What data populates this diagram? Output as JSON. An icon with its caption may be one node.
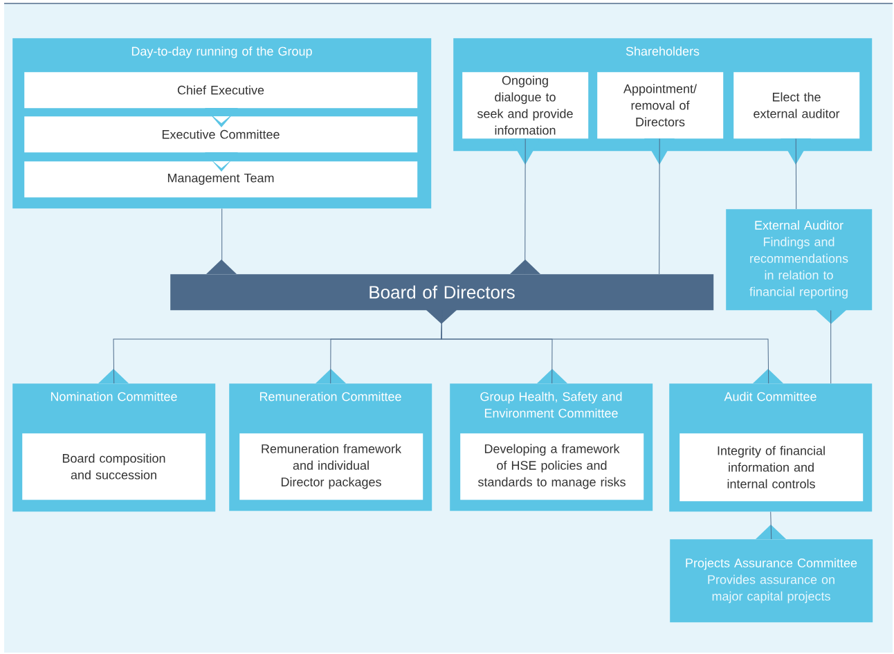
{
  "diagram": {
    "nodes": [
      {
        "text": [
          "Day-to-day running of the Group"
        ]
      },
      {
        "text": [
          "Chief Executive"
        ],
        "in": 0
      },
      {
        "text": [
          "Executive Committee"
        ],
        "in": 0
      },
      {
        "text": [
          "Management Team"
        ],
        "in": 0
      },
      {
        "text": [
          "Shareholders"
        ]
      },
      {
        "text": [
          "Ongoing dialogue to seek and provide information"
        ],
        "in": 4
      },
      {
        "text": [
          "Appointment/ removal of Directors"
        ],
        "in": 4
      },
      {
        "text": [
          "Elect the external auditor"
        ],
        "in": 4
      },
      {
        "text": [
          "External Auditor",
          "Findings and recommendations in relation to financial reporting"
        ]
      },
      {
        "text": [
          "Board of Directors"
        ]
      },
      {
        "text": [
          "Nomination Committee"
        ]
      },
      {
        "text": [
          "Board composition and succession"
        ],
        "in": 10
      },
      {
        "text": [
          "Remuneration Committee"
        ]
      },
      {
        "text": [
          "Remuneration framework and individual Director packages"
        ],
        "in": 12
      },
      {
        "text": [
          "Group Health, Safety and Environment Committee"
        ]
      },
      {
        "text": [
          "Developing a framework of HSE policies and standards to manage risks"
        ],
        "in": 14
      },
      {
        "text": [
          "Audit Committee"
        ]
      },
      {
        "text": [
          "Integrity of financial information and internal controls"
        ],
        "in": 16
      },
      {
        "text": [
          "Projects Assurance Committee",
          "Provides assurance on major capital projects"
        ]
      }
    ],
    "edges": [
      {
        "from": 0,
        "to": 9,
        "arrow": "none"
      },
      {
        "from": 1,
        "to": 2,
        "arrow": "to"
      },
      {
        "from": 2,
        "to": 3,
        "arrow": "to"
      },
      {
        "from": 5,
        "to": 9,
        "arrow": "none"
      },
      {
        "from": 9,
        "to": 6,
        "arrow": "none"
      },
      {
        "from": 8,
        "to": 7,
        "arrow": "none"
      },
      {
        "from": 16,
        "to": 8,
        "arrow": "none"
      },
      {
        "from": 9,
        "to": 10,
        "arrow": "none"
      },
      {
        "from": 9,
        "to": 12,
        "arrow": "none"
      },
      {
        "from": 9,
        "to": 14,
        "arrow": "none"
      },
      {
        "from": 9,
        "to": 16,
        "arrow": "none"
      },
      {
        "from": 16,
        "to": 18,
        "arrow": "none"
      }
    ]
  }
}
